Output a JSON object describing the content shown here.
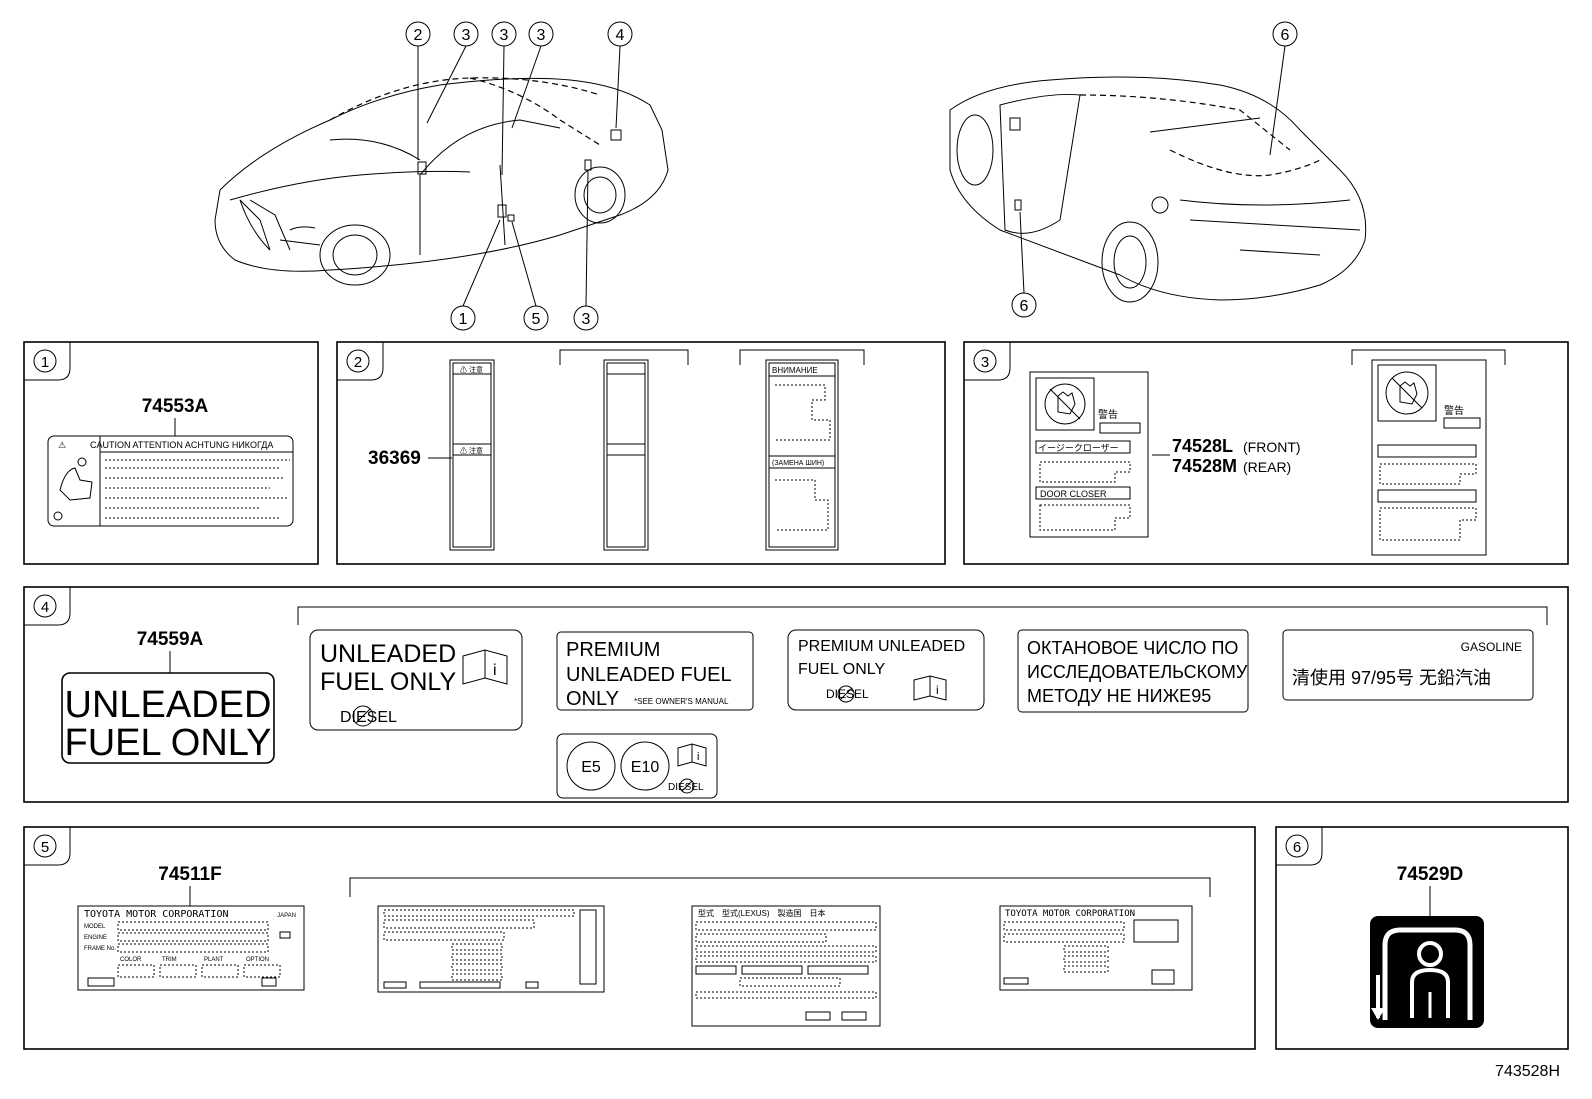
{
  "diagram_id": "743528H",
  "callouts": {
    "top_left": [
      "2",
      "3",
      "3",
      "3",
      "4",
      "1",
      "5",
      "3"
    ],
    "top_right": [
      "6",
      "6"
    ]
  },
  "panels": {
    "p1": {
      "num": "1",
      "part": "74553A",
      "caution_text": "CAUTION  ATTENTION  ACHTUNG  НИКОГДА"
    },
    "p2": {
      "num": "2",
      "part": "36369",
      "variant_label_3": "ВНИМАНИЕ",
      "variant_label_3b": "(ЗАМЕНА ШИН)"
    },
    "p3": {
      "num": "3",
      "part_front": "74528L",
      "front_label": "(FRONT)",
      "part_rear": "74528M",
      "rear_label": "(REAR)",
      "warning_jp": "警告",
      "easy_closer": "イージークローザー",
      "door_closer": "DOOR  CLOSER"
    },
    "p4": {
      "num": "4",
      "part": "74559A",
      "main_label_l1": "UNLEADED",
      "main_label_l2": "FUEL ONLY",
      "v1_l1": "UNLEADED",
      "v1_l2": "FUEL ONLY",
      "v1_diesel": "DIESEL",
      "v2_l1": "PREMIUM",
      "v2_l2": "UNLEADED FUEL",
      "v2_l3": "ONLY",
      "v2_note": "*SEE OWNER'S MANUAL",
      "v3_l1": "PREMIUM UNLEADED",
      "v3_l2": "FUEL ONLY",
      "v3_diesel": "DIESEL",
      "v4_l1": "ОКТАНОВОЕ ЧИСЛО ПО",
      "v4_l2": "ИССЛЕДОВАТЕЛЬСКОМУ",
      "v4_l3": "МЕТОДУ НЕ НИЖЕ95",
      "v5_l1": "GASOLINE",
      "v5_l2": "清使用 97/95号 无鉛汽油",
      "v6_e5": "E5",
      "v6_e10": "E10",
      "v6_diesel": "DIESEL"
    },
    "p5": {
      "num": "5",
      "part": "74511F",
      "plate1_title": "TOYOTA  MOTOR  CORPORATION",
      "plate1_country": "JAPAN",
      "plate1_rows": [
        "MODEL",
        "ENGINE",
        "FRAME No."
      ],
      "plate1_cols": [
        "COLOR",
        "TRIM",
        "PLANT",
        "OPTION"
      ],
      "plate3_title": "型式　型式(LEXUS)　製造国　日本",
      "plate4_title": "TOYOTA  MOTOR  CORPORATION"
    },
    "p6": {
      "num": "6",
      "part": "74529D"
    }
  }
}
